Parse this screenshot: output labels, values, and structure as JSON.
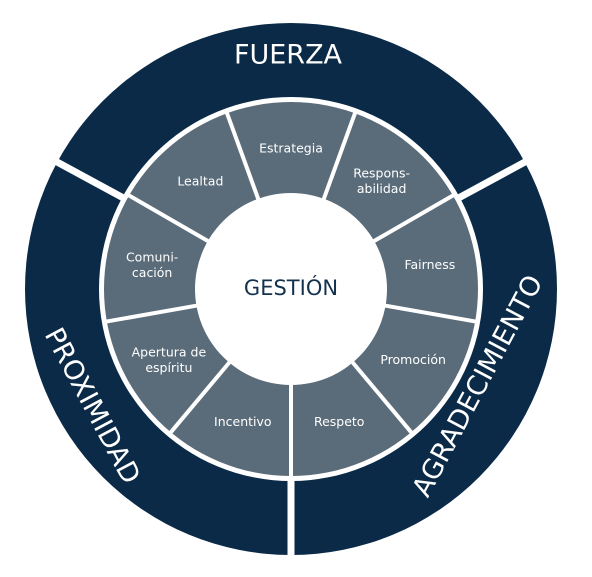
{
  "colors": {
    "outer_ring": "#0b2a47",
    "inner_ring": "#5a6b79",
    "center": "#ffffff",
    "gaps": "#ffffff",
    "center_text": "#14324e",
    "segment_text": "#ffffff"
  },
  "center": {
    "label": "GESTIÓN"
  },
  "outer_segments": [
    {
      "id": "fuerza",
      "label": "FUERZA"
    },
    {
      "id": "agradecimiento",
      "label": "AGRADECIMIENTO"
    },
    {
      "id": "proximidad",
      "label": "PROXIMIDAD"
    }
  ],
  "inner_segments": [
    {
      "id": "estrategia",
      "lines": [
        "Estrategia"
      ]
    },
    {
      "id": "responsabilidad",
      "lines": [
        "Respons-",
        "abilidad"
      ]
    },
    {
      "id": "fairness",
      "lines": [
        "Fairness"
      ]
    },
    {
      "id": "promocion",
      "lines": [
        "Promoción"
      ]
    },
    {
      "id": "respeto",
      "lines": [
        "Respeto"
      ]
    },
    {
      "id": "incentivo",
      "lines": [
        "Incentivo"
      ]
    },
    {
      "id": "apertura",
      "lines": [
        "Apertura de",
        "espíritu"
      ]
    },
    {
      "id": "comunicacion",
      "lines": [
        "Comuni-",
        "cación"
      ]
    },
    {
      "id": "lealtad",
      "lines": [
        "Lealtad"
      ]
    }
  ]
}
